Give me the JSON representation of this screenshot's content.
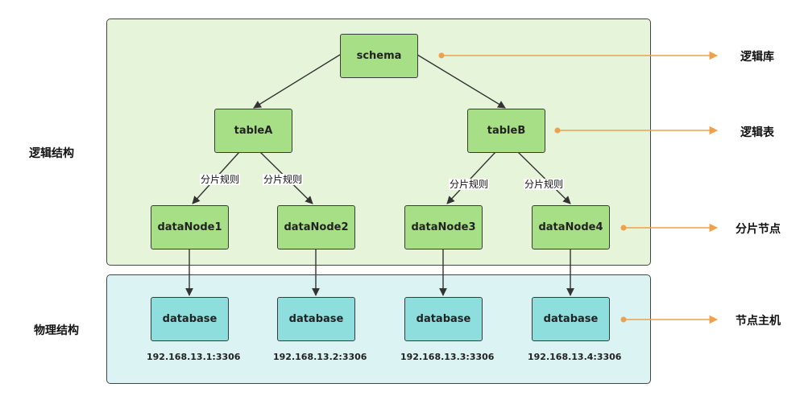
{
  "regions": {
    "logical_label": "逻辑结构",
    "physical_label": "物理结构"
  },
  "nodes": {
    "schema": "schema",
    "tableA": "tableA",
    "tableB": "tableB",
    "dataNodes": [
      "dataNode1",
      "dataNode2",
      "dataNode3",
      "dataNode4"
    ],
    "databases": [
      "database",
      "database",
      "database",
      "database"
    ],
    "hosts": [
      "192.168.13.1:3306",
      "192.168.13.2:3306",
      "192.168.13.3:3306",
      "192.168.13.4:3306"
    ]
  },
  "edge_labels": [
    "分片规则",
    "分片规则",
    "分片规则",
    "分片规则"
  ],
  "legend": {
    "logical_db": "逻辑库",
    "logical_table": "逻辑表",
    "shard_node": "分片节点",
    "node_host": "节点主机"
  },
  "colors": {
    "logical_bg": "#e6f5da",
    "physical_bg": "#dcf3f3",
    "green_node": "#a7df87",
    "cyan_node": "#8fdede",
    "annotation_arrow": "#f0a04b"
  }
}
